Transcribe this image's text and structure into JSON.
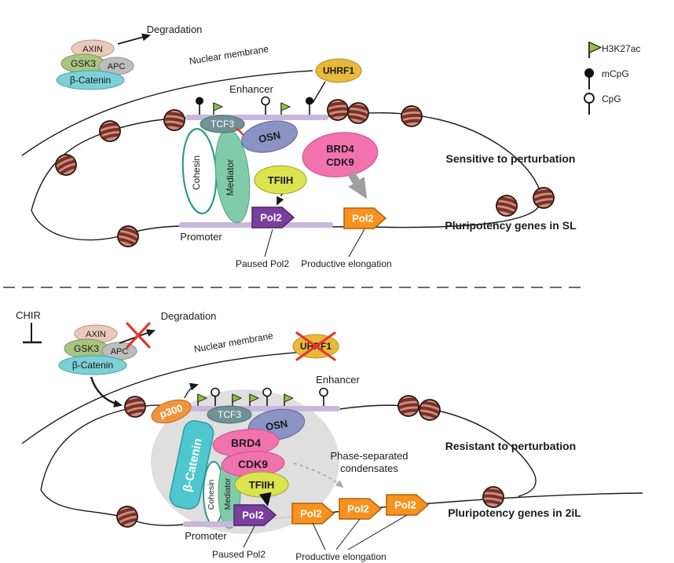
{
  "legend": {
    "h3k27ac": "H3K27ac",
    "mcpg": "mCpG",
    "cpg": "CpG"
  },
  "labels": {
    "degradation": "Degradation",
    "axin": "AXIN",
    "gsk3": "GSK3",
    "apc": "APC",
    "beta_catenin": "β-Catenin",
    "nuclear_membrane": "Nuclear membrane",
    "enhancer": "Enhancer",
    "promoter": "Promoter",
    "uhrf1": "UHRF1",
    "tcf3": "TCF3",
    "osn": "OSN",
    "cohesin": "Cohesin",
    "mediator": "Mediator",
    "tfiih": "TFIIH",
    "brd4": "BRD4",
    "cdk9": "CDK9",
    "pol2": "Pol2",
    "p300": "p300",
    "chir": "CHIR",
    "paused_pol2": "Paused Pol2",
    "productive_elongation": "Productive elongation"
  },
  "panel_sl": {
    "status": "Sensitive to perturbation",
    "title": "Pluripotency genes in SL"
  },
  "panel_2il": {
    "status": "Resistant to perturbation",
    "title": "Pluripotency genes in 2iL",
    "condensate_line1": "Phase-separated",
    "condensate_line2": "condensates"
  },
  "colors": {
    "status_sensitive": "#2456a6",
    "status_resistant": "#e8392b",
    "axin": "#eac9b9",
    "gsk3": "#a9c47f",
    "apc": "#bdbdbd",
    "beta_catenin": "#7dd0d6",
    "beta_catenin_2il": "#4fc7cf",
    "uhrf1": "#e9b83c",
    "tcf3": "#6f9296",
    "osn": "#8a93c4",
    "cohesin_stroke": "#2e9a8a",
    "mediator": "#82cbaa",
    "tfiih": "#dbe34f",
    "brd4_cdk9": "#f272ae",
    "pol2_paused": "#7a3f9d",
    "pol2_active": "#f6921e",
    "p300": "#f0953f",
    "reg_bar": "#c9b6dd",
    "h3k27ac_flag": "#8dc63f",
    "nucleosome": "#c68f80",
    "condensate": "#dcdcdc",
    "condensate_text": "#9e9e9e",
    "inhibit_red": "#e0392b"
  }
}
